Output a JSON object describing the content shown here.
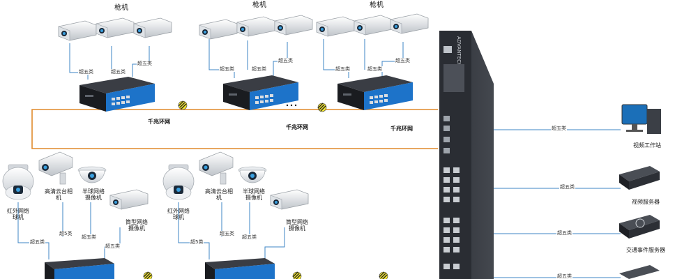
{
  "groups": {
    "g1_title": "枪机",
    "g2_title": "枪机",
    "g3_title": "枪机"
  },
  "cable": {
    "c1": "超五类",
    "c2": "超五类",
    "c3": "超五类",
    "c4": "超五类",
    "c5": "超五类",
    "c6": "超五类",
    "c7": "超五类",
    "c8": "超五类",
    "c9": "超五类",
    "c10": "超五类",
    "c11": "超5类",
    "c12": "超五类",
    "c13": "超五类",
    "c14": "超5类",
    "c15": "超五类",
    "c16": "超五类",
    "right1": "超五类",
    "right2": "超五类",
    "right3": "超五类",
    "right4": "超五类"
  },
  "ring": {
    "r1": "千兆环网",
    "r2": "千兆环网",
    "r3": "千兆环网"
  },
  "lower_left": {
    "ir_dome": "红外网络\n球机",
    "ptz": "高清云台相\n机",
    "hemi": "半球网络\n摄像机",
    "bullet": "筒型网络\n摄像机"
  },
  "lower_mid": {
    "ir_dome": "红外网络\n球机",
    "ptz": "高清云台相\n机",
    "hemi": "半球网络\n摄像机",
    "bullet": "筒型网络\n摄像机"
  },
  "right": {
    "workstation": "视频工作站",
    "video_server": "视频服务器",
    "event_server": "交通事件服务器"
  },
  "core_switch": {
    "brand": "ADVANTECH"
  },
  "colors": {
    "ring_line": "#e08a2c",
    "link_line": "#3d86c6",
    "switch_blue": "#1d73c9",
    "switch_dark": "#2a2d33"
  }
}
